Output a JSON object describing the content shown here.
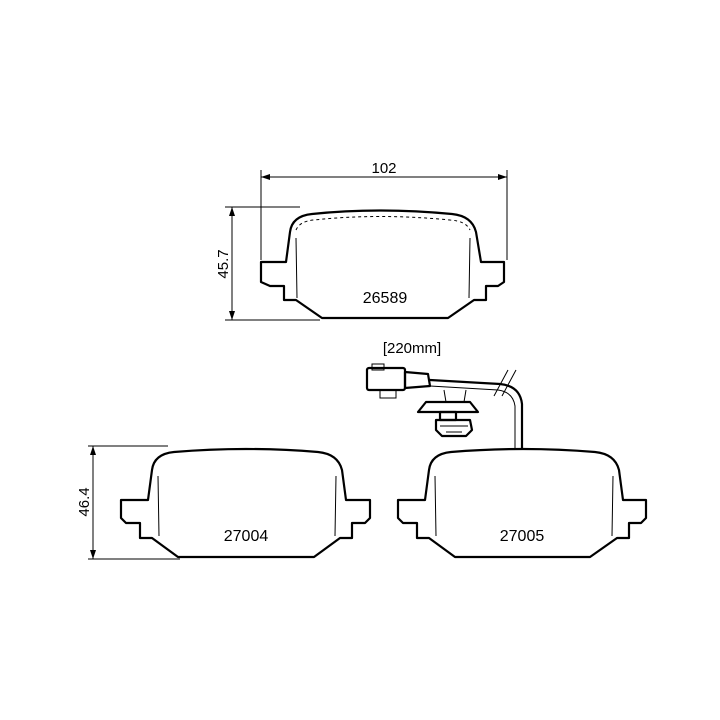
{
  "dimensions": {
    "width_top": "102",
    "height_top": "45.7",
    "height_bottom": "46.4",
    "wire_length": "[220mm]"
  },
  "pads": [
    {
      "id": "top",
      "part_number": "26589"
    },
    {
      "id": "bottom-left",
      "part_number": "27004"
    },
    {
      "id": "bottom-right",
      "part_number": "27005"
    }
  ]
}
